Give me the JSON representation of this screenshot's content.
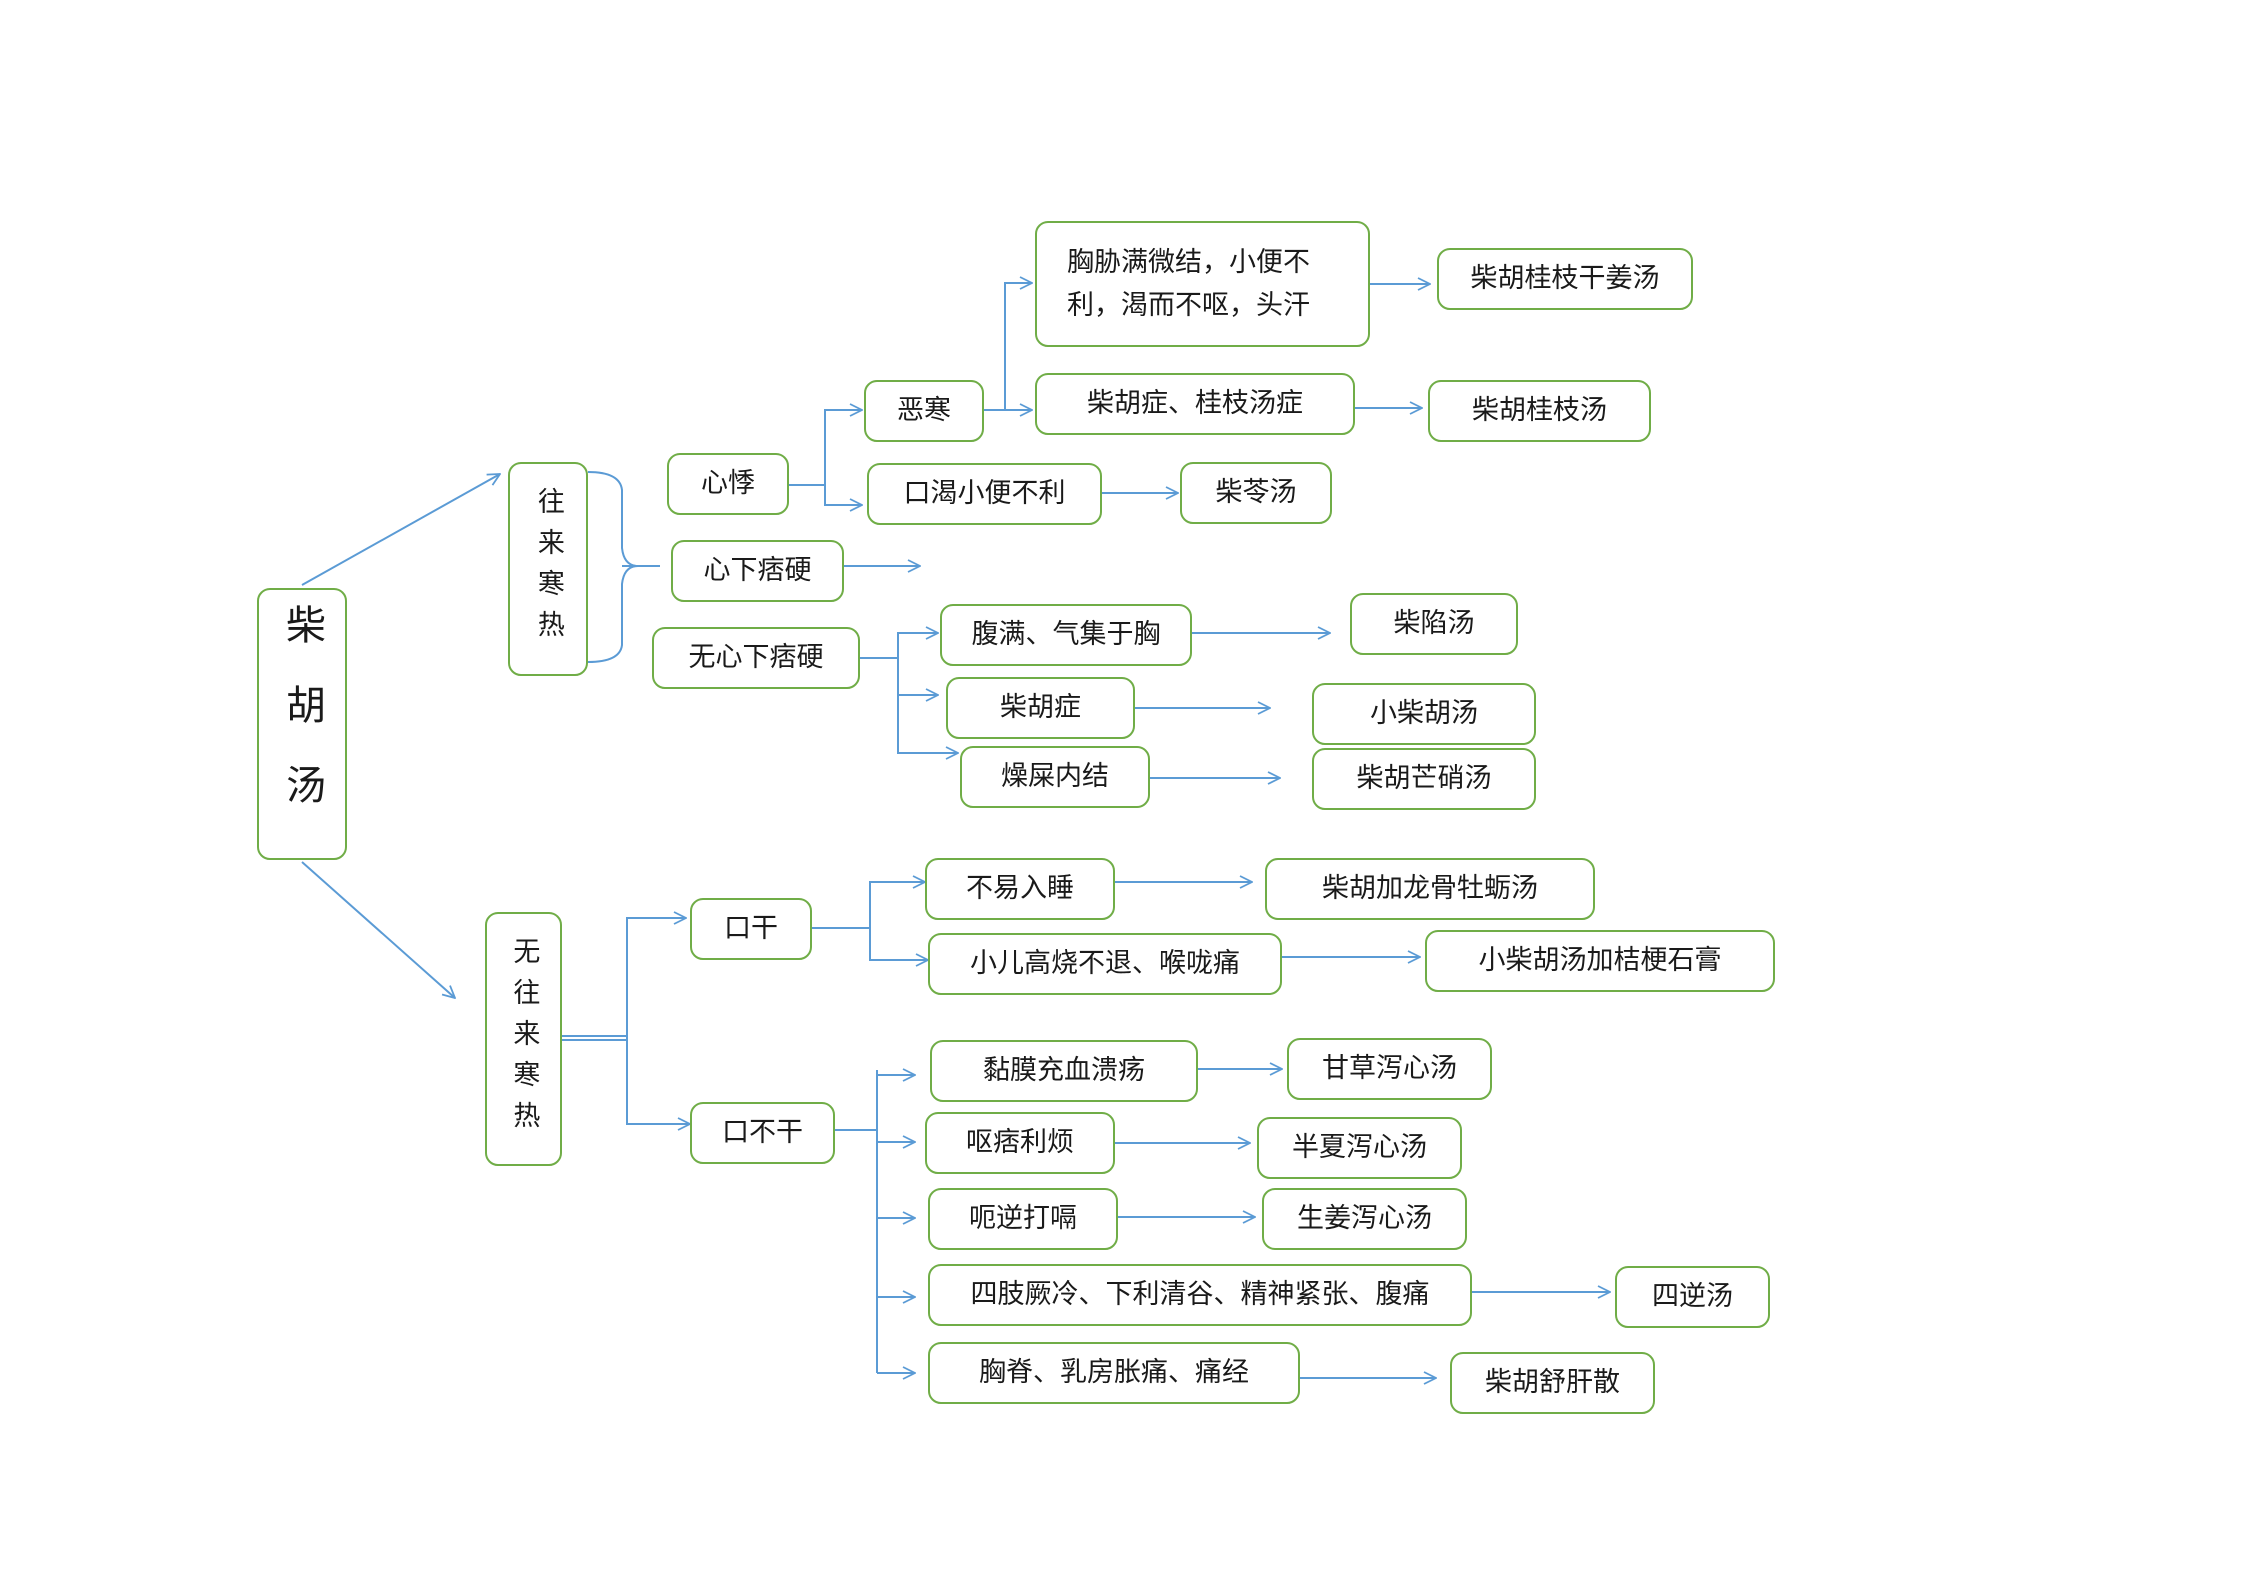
{
  "root": "柴胡汤",
  "branch_a": "往来寒热",
  "branch_b": "无往来寒热",
  "a": {
    "xinji": "心悸",
    "wuhan": "恶寒",
    "xiongxie": "胸胁满微结，小便不利，渴而不呕，头汗",
    "chaihuguizhi_ganjiang": "柴胡桂枝干姜汤",
    "chaihuzheng_guizhi": "柴胡症、桂枝汤症",
    "chaihuguizhi": "柴胡桂枝汤",
    "kouke": "口渴小便不利",
    "chailing": "柴苓汤",
    "xinxiapiying": "心下痞硬",
    "wuxinxiapiying": "无心下痞硬",
    "fuman": "腹满、气集于胸",
    "chaixian": "柴陷汤",
    "chaihuzheng": "柴胡症",
    "xiaochaihu": "小柴胡汤",
    "zaoshi": "燥屎内结",
    "chaihumangxiao": "柴胡芒硝汤"
  },
  "b": {
    "kougan": "口干",
    "buyirushui": "不易入睡",
    "longgumuli": "柴胡加龙骨牡蛎汤",
    "xiaoer": "小儿高烧不退、喉咙痛",
    "jiejiegeng": "小柴胡汤加桔梗石膏",
    "koubugan": "口不干",
    "nianmo": "黏膜充血溃疡",
    "gancao": "甘草泻心汤",
    "oupi": "呕痞利烦",
    "banxia": "半夏泻心汤",
    "eni": "呃逆打嗝",
    "shengjiang": "生姜泻心汤",
    "sizhi": "四肢厥冷、下利清谷、精神紧张、腹痛",
    "sini": "四逆汤",
    "xiongji": "胸脊、乳房胀痛、痛经",
    "shugan": "柴胡舒肝散"
  }
}
